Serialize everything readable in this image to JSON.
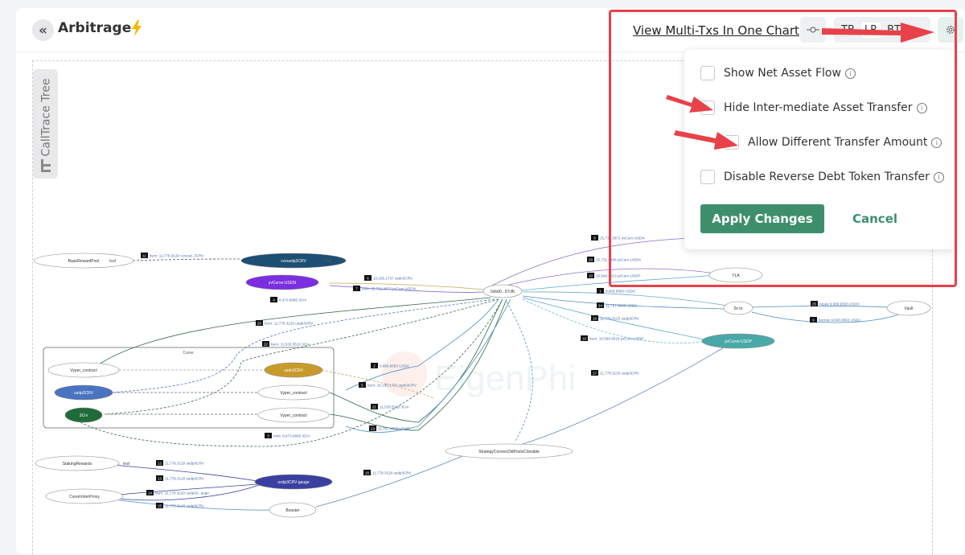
{
  "header": {
    "title": "Arbitrage",
    "back_icon": "double-chevron-left-icon",
    "bolt_icon": "lightning-bolt-icon",
    "multi_tx_link": "View Multi-Txs In One Chart",
    "toolbar_seg_a": "TB",
    "toolbar_seg_b": "LR",
    "toolbar_seg_c": "BT"
  },
  "calltrace": {
    "label": "CallTrace Tree",
    "icon": "tree-icon"
  },
  "settings_popup": {
    "options": [
      {
        "label": "Show Net Asset Flow",
        "checked": false
      },
      {
        "label": "Hide Inter-mediate Asset Transfer",
        "checked": false
      },
      {
        "label": "Allow Different Transfer Amount",
        "checked": false
      },
      {
        "label": "Disable Reverse Debt Token Transfer",
        "checked": false
      }
    ],
    "apply_label": "Apply Changes",
    "cancel_label": "Cancel",
    "info_glyph": "i"
  },
  "watermark": "EigenPhi",
  "graph": {
    "nodes": {
      "base_reward_pool": "BaseRewardPool",
      "leaf": "leaf",
      "cvxusdp3crv": "cvxusdp3CRV",
      "yvcurve_usdn": "yvCurve-USDN",
      "center": "0xbd0...57cfb",
      "yla": "YLA",
      "zero_x_to": "0x to",
      "vault": "Vault",
      "yvcurve_usdp": "yvCurve-USDP",
      "curve_group": "Curve",
      "vyper_contract": "Vyper_contract",
      "usdn3crv": "usdn3CRV",
      "usdp3crv": "usdp3CRV",
      "three_crv": "3Crv",
      "staking_rewards": "StakingRewards",
      "curve_voter_proxy": "CurveVoterProxy",
      "usdp3crv_gauge": "usdp3CRV-gauge",
      "booster": "Booster",
      "strategy": "StrategyConvexOldPoolsClonable"
    },
    "edges": [
      {
        "n": "1",
        "label": "9,666.9563 USDC"
      },
      {
        "n": "2",
        "label": "9,666.9563 USDC"
      },
      {
        "n": "3",
        "label": "mint:  8,473.6965 3Crv"
      },
      {
        "n": "4",
        "label": "8,473.6965 3Crv"
      },
      {
        "n": "5",
        "label": "burn:  10,185.1737 usdn3CRV"
      },
      {
        "n": "6",
        "label": "10,185.1737 usdn3CRV"
      },
      {
        "n": "7",
        "label": "mint:  15,731.3672 yvCurv-USDN"
      },
      {
        "n": "8",
        "label": "15,731.3672 yvCurv-USDN"
      },
      {
        "n": "9",
        "label": "borrow  9,666.9563 USDC"
      },
      {
        "n": "10",
        "label": "10,594.9510 yvCurv-USDP"
      },
      {
        "n": "11",
        "label": "burn:  11,778.3120 cvxusd..3CRV"
      },
      {
        "n": "12",
        "label": "11,778.3120 usdp3CRV"
      },
      {
        "n": "13",
        "label": "11,778.3120 usdp3CRV"
      },
      {
        "n": "14",
        "label": "burn:  11,778.3120 usdp3C..auge"
      },
      {
        "n": "15",
        "label": "11,778.3120 usdp3CRV"
      },
      {
        "n": "16",
        "label": "11,778.3120 usdp3CRV"
      },
      {
        "n": "17",
        "label": "11,778.3120 usdp3CRV"
      },
      {
        "n": "18",
        "label": "11,778.3120 usdp3CRV"
      },
      {
        "n": "19",
        "label": "burn:  10,594.9510 yvCurv-USDP"
      },
      {
        "n": "20",
        "label": "burn:  11,778.3120 usdp3CRV"
      },
      {
        "n": "21",
        "label": "11,533.5513 3Crv"
      },
      {
        "n": "22",
        "label": "burn:  11,533.5513 3Crv"
      },
      {
        "n": "23",
        "label": "11,787.9968 USDC"
      },
      {
        "n": "24",
        "label": "11,787.9968 USDC"
      },
      {
        "n": "25",
        "label": "repay  9,666.9563 USDC"
      },
      {
        "n": "26",
        "label": "15,731.6358 yvCurv-USDN"
      }
    ]
  }
}
